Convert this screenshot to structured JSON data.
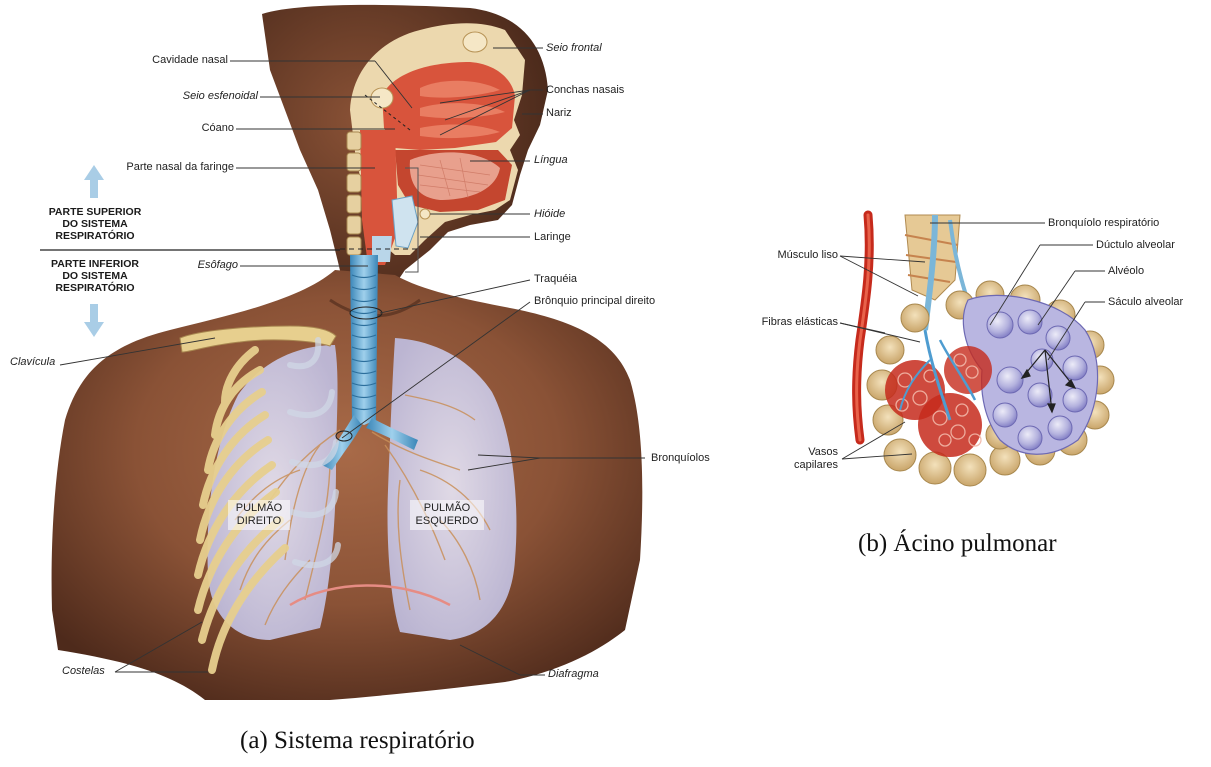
{
  "figure_a": {
    "caption": "(a) Sistema respiratório",
    "labels": {
      "seio_frontal": "Seio frontal",
      "cavidade_nasal": "Cavidade nasal",
      "conchas_nasais": "Conchas nasais",
      "seio_esfenoidal": "Seio esfenoidal",
      "nariz": "Nariz",
      "coano": "Cóano",
      "parte_nasal_faringe": "Parte nasal da faringe",
      "lingua": "Língua",
      "hioide": "Hióide",
      "laringe": "Laringe",
      "esofago": "Esôfago",
      "traqueia": "Traquéia",
      "bronquio_principal": "Brônquio principal direito",
      "clavicula": "Clavícula",
      "bronquiolos": "Bronquíolos",
      "costelas": "Costelas",
      "diafragma": "Diafragma",
      "pulmao_direito": "PULMÃO\nDIREITO",
      "pulmao_esquerdo": "PULMÃO\nESQUERDO"
    },
    "regions": {
      "superior": "PARTE SUPERIOR\nDO SISTEMA\nRESPIRATÓRIO",
      "inferior": "PARTE INFERIOR\nDO SISTEMA\nRESPIRATÓRIO"
    }
  },
  "figure_b": {
    "caption": "(b) Ácino pulmonar",
    "labels": {
      "bronquiolo_respiratorio": "Bronquíolo respiratório",
      "ductulo_alveolar": "Dúctulo alveolar",
      "musculo_liso": "Músculo liso",
      "alveolo": "Alvéolo",
      "saculo_alveolar": "Sáculo alveolar",
      "fibras_elasticas": "Fibras elásticas",
      "vasos_capilares": "Vasos\ncapilares"
    }
  },
  "colors": {
    "skin_dark": "#5a3323",
    "skin_mid": "#8a5236",
    "skin_light": "#a86a48",
    "airway_blue": "#7bb6d8",
    "lung_lavender": "#d3d3ec",
    "rib_yellow": "#e7cf8e",
    "mucosa_red": "#d8543c",
    "vessel_red": "#c62a1c",
    "arrow_blue": "#a9cde6"
  }
}
